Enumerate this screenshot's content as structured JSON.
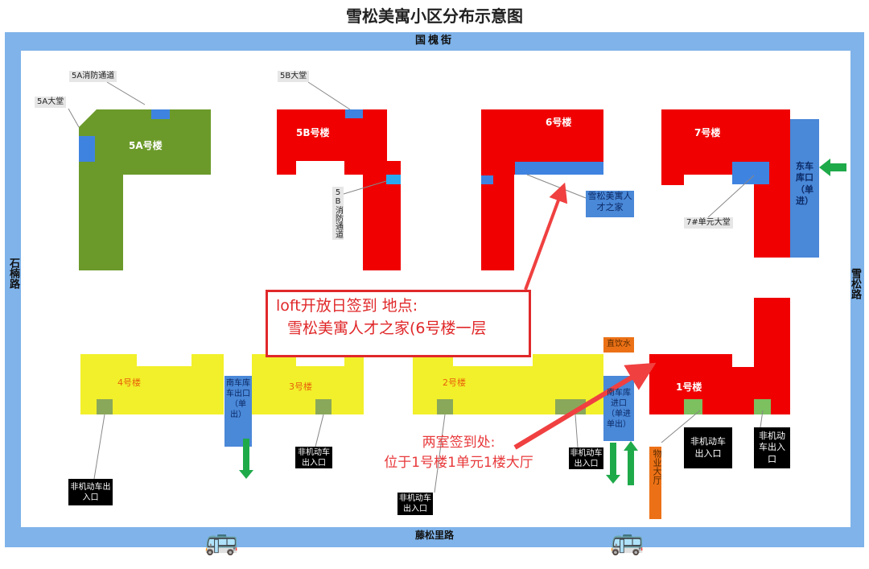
{
  "title": "雪松美寓小区分布示意图",
  "roads": {
    "north": "国槐街",
    "west": "石楠路",
    "east": "雪松路",
    "south": "藤松里路"
  },
  "buildings": {
    "b5a": "5A号楼",
    "b5b": "5B号楼",
    "b6": "6号楼",
    "b7": "7号楼",
    "b4": "4号楼",
    "b3": "3号楼",
    "b2": "2号楼",
    "b1": "1号楼"
  },
  "labels": {
    "5a_fire": "5A消防通道",
    "5a_lobby": "5A大堂",
    "5b_lobby": "5B大堂",
    "5b_fire": "5B消防通道",
    "talent_home": "雪松美寓人才之家",
    "7_lobby": "7#单元大堂",
    "east_garage": "东车库口（单进）",
    "south_garage_exit": "南车库车出口（单出）",
    "south_garage_entry": "南车库进口（单进单出）",
    "water": "直饮水",
    "property_hall": "物业大厅",
    "bike_4": "非机动车出入口",
    "bike_3": "非机动车出入口",
    "bike_2a": "非机动车出入口",
    "bike_2b": "非机动车出入口",
    "bike_1a": "非机动车出入口",
    "bike_1b": "非机动车出入口"
  },
  "callout": {
    "line1": "loft开放日签到 地点:",
    "line2": "雪松美寓人才之家(6号楼一层"
  },
  "signin": {
    "line1": "两室签到处:",
    "line2": "位于1号楼1单元1楼大厅"
  },
  "icons": {
    "bus": "🚌"
  },
  "colors": {
    "road": "#7fb3ea",
    "green_building": "#6b9a2a",
    "red_building": "#f00000",
    "yellow_building": "#f2f02a",
    "door_blue": "#3f83e0",
    "arrow_green": "#1faa4a",
    "callout_red": "#e0282a"
  }
}
